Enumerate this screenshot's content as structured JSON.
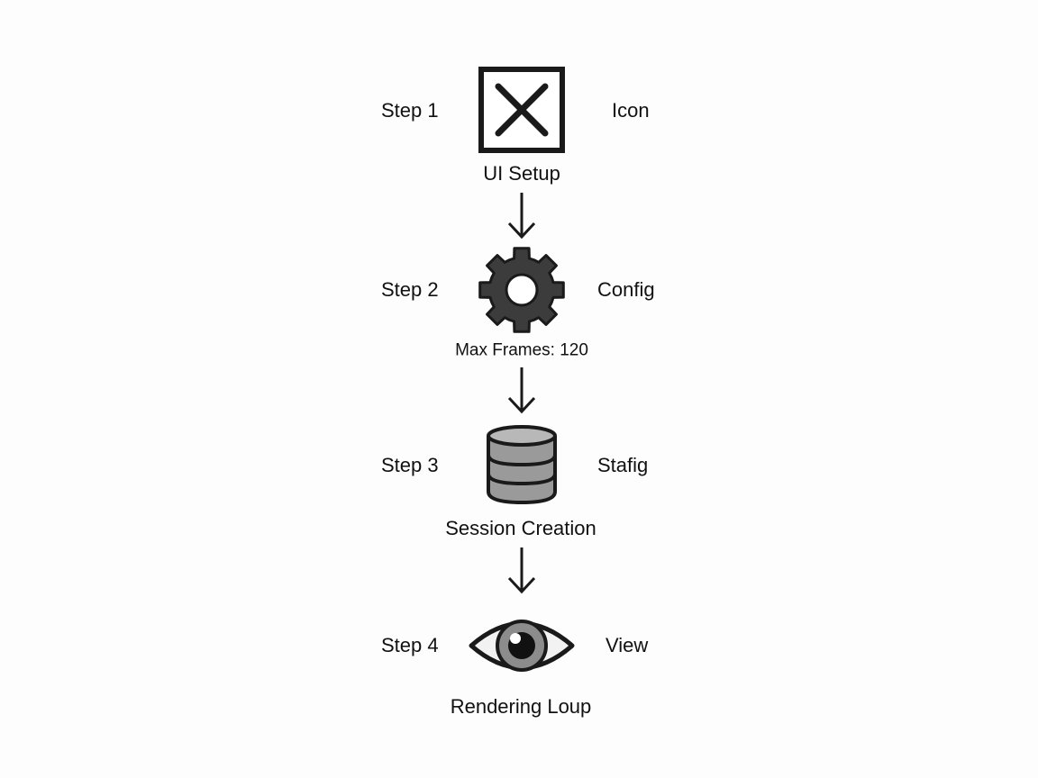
{
  "steps": [
    {
      "step_label": "Step 1",
      "side_label": "Icon",
      "caption": "UI Setup",
      "icon": "close-box-icon"
    },
    {
      "step_label": "Step 2",
      "side_label": "Config",
      "caption": "Max Frames: 120",
      "icon": "gear-icon"
    },
    {
      "step_label": "Step 3",
      "side_label": "Stafig",
      "caption": "Session Creation",
      "icon": "database-icon"
    },
    {
      "step_label": "Step 4",
      "side_label": "View",
      "caption": "Rendering Loup",
      "icon": "eye-icon"
    }
  ],
  "colors": {
    "stroke": "#1a1a1a",
    "gear_fill": "#3c3c3c",
    "db_fill": "#9a9a9a",
    "eye_iris": "#8c8c8c",
    "background": "#fdfdfd"
  }
}
